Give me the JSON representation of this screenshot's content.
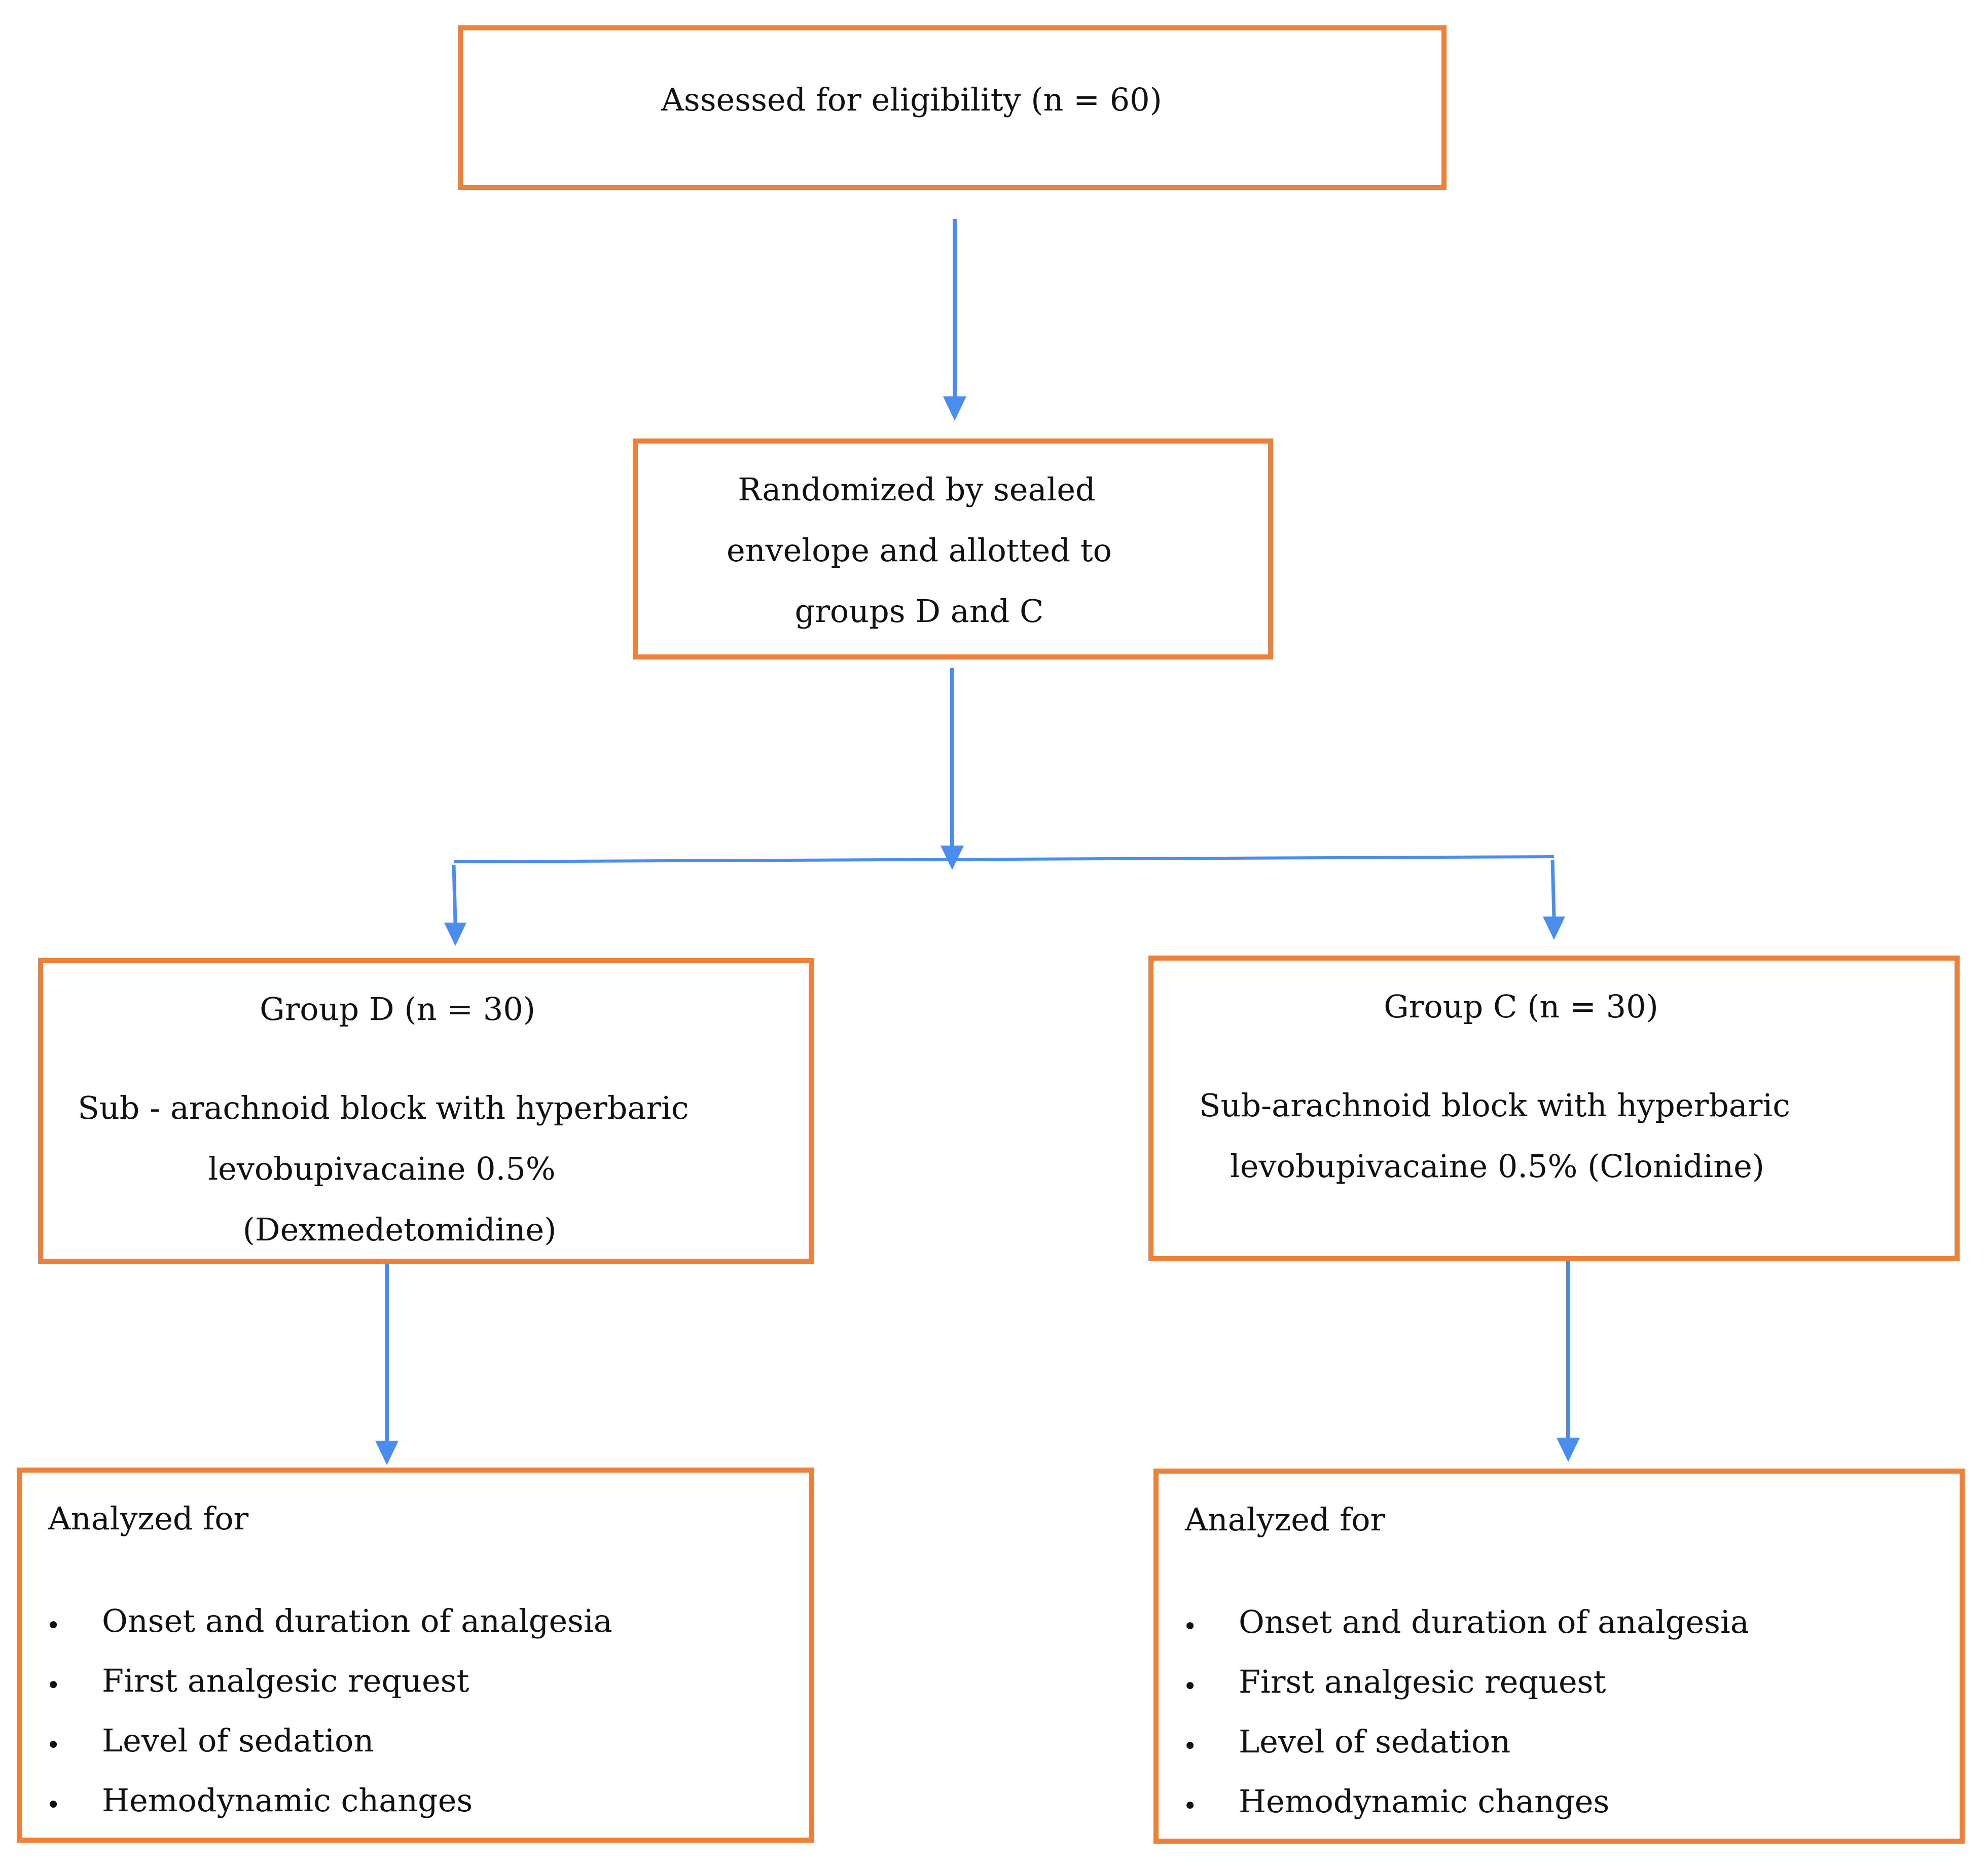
{
  "colors": {
    "box_border": "#ee8139",
    "arrow": "#4a8cef",
    "text": "#111111"
  },
  "eligibility": {
    "label": "Assessed for eligibility (n = 60)"
  },
  "randomization": {
    "lines": [
      "Randomized by sealed",
      "envelope and allotted to",
      "groups D and C"
    ]
  },
  "group_d": {
    "title": "Group D (n = 30)",
    "lines": [
      "Sub - arachnoid block with hyperbaric",
      "levobupivacaine 0.5%",
      "(Dexmedetomidine)"
    ]
  },
  "group_c": {
    "title": "Group C (n = 30)",
    "lines": [
      "Sub-arachnoid block with hyperbaric",
      "levobupivacaine 0.5% (Clonidine)"
    ]
  },
  "analysis_d": {
    "heading": "Analyzed for",
    "bullet": "•",
    "items": [
      "Onset and duration of analgesia",
      "First analgesic request",
      "Level of sedation",
      "Hemodynamic changes"
    ]
  },
  "analysis_c": {
    "heading": "Analyzed for",
    "bullet": "•",
    "items": [
      "Onset and duration of analgesia",
      "First analgesic request",
      "Level of sedation",
      "Hemodynamic changes"
    ]
  }
}
